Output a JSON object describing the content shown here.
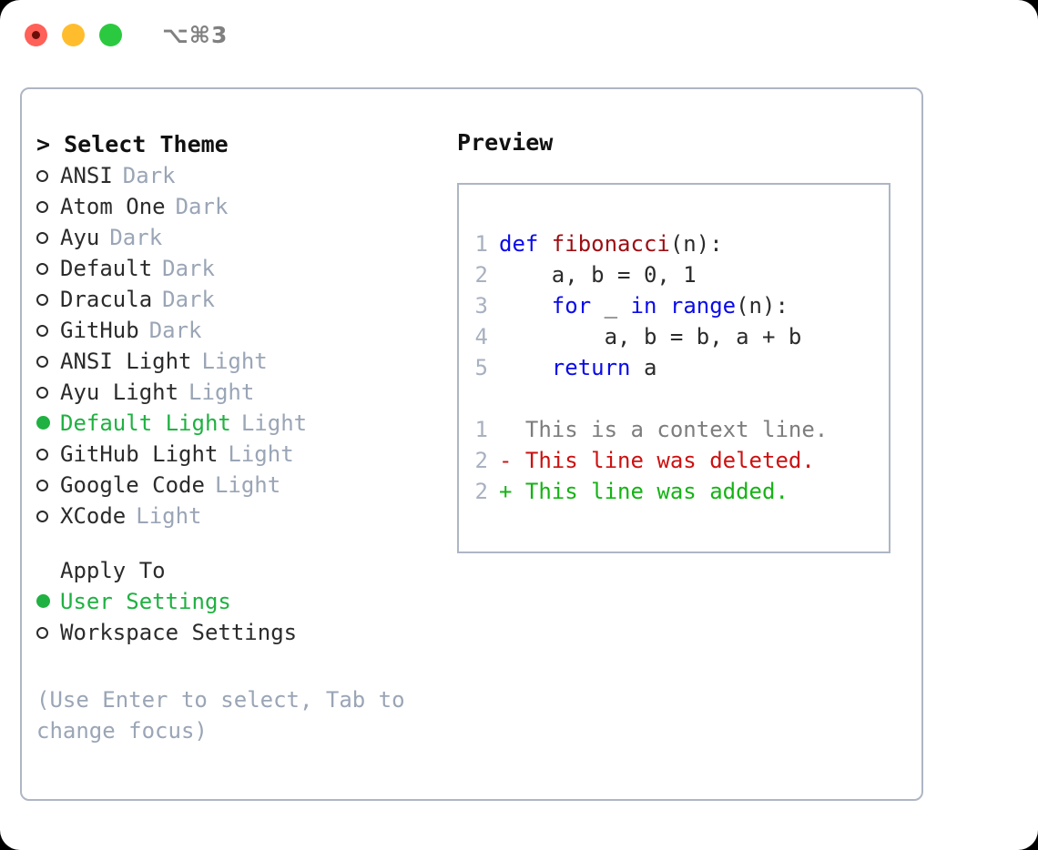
{
  "titlebar": {
    "shortcut": "⌥⌘3",
    "buttons": [
      {
        "name": "close",
        "color": "#ff6058"
      },
      {
        "name": "minimize",
        "color": "#ffbd2e"
      },
      {
        "name": "zoom",
        "color": "#2bc940"
      }
    ]
  },
  "theme_select": {
    "header": "> Select Theme",
    "items": [
      {
        "marker": "ring",
        "label": "ANSI",
        "badge": "Dark",
        "selected": false
      },
      {
        "marker": "ring",
        "label": "Atom One",
        "badge": "Dark",
        "selected": false
      },
      {
        "marker": "ring",
        "label": "Ayu",
        "badge": "Dark",
        "selected": false
      },
      {
        "marker": "ring",
        "label": "Default",
        "badge": "Dark",
        "selected": false
      },
      {
        "marker": "ring",
        "label": "Dracula",
        "badge": "Dark",
        "selected": false
      },
      {
        "marker": "ring",
        "label": "GitHub",
        "badge": "Dark",
        "selected": false
      },
      {
        "marker": "ring",
        "label": "ANSI Light",
        "badge": "Light",
        "selected": false
      },
      {
        "marker": "ring",
        "label": "Ayu Light",
        "badge": "Light",
        "selected": false
      },
      {
        "marker": "filled",
        "label": "Default Light",
        "badge": "Light",
        "selected": true
      },
      {
        "marker": "ring",
        "label": "GitHub Light",
        "badge": "Light",
        "selected": false
      },
      {
        "marker": "ring",
        "label": "Google Code",
        "badge": "Light",
        "selected": false
      },
      {
        "marker": "ring",
        "label": "XCode",
        "badge": "Light",
        "selected": false
      }
    ]
  },
  "apply_to": {
    "title": "Apply To",
    "options": [
      {
        "marker": "filled",
        "label": "User Settings",
        "selected": true
      },
      {
        "marker": "ring",
        "label": "Workspace Settings",
        "selected": false
      }
    ]
  },
  "hint": "(Use Enter to select, Tab to change focus)",
  "preview": {
    "title": "Preview",
    "code_lines": [
      {
        "no": "1",
        "tokens": [
          {
            "t": "def ",
            "c": "kw"
          },
          {
            "t": "fibonacci",
            "c": "fn"
          },
          {
            "t": "(n):",
            "c": "plain"
          }
        ]
      },
      {
        "no": "2",
        "tokens": [
          {
            "t": "    a, b = 0, 1",
            "c": "plain"
          }
        ]
      },
      {
        "no": "3",
        "tokens": [
          {
            "t": "    ",
            "c": "plain"
          },
          {
            "t": "for",
            "c": "kw"
          },
          {
            "t": " _ ",
            "c": "plain"
          },
          {
            "t": "in range",
            "c": "kw"
          },
          {
            "t": "(n):",
            "c": "plain"
          }
        ]
      },
      {
        "no": "4",
        "tokens": [
          {
            "t": "        a, b = b, a + b",
            "c": "plain"
          }
        ]
      },
      {
        "no": "5",
        "tokens": [
          {
            "t": "    ",
            "c": "plain"
          },
          {
            "t": "return",
            "c": "kw"
          },
          {
            "t": " a",
            "c": "plain"
          }
        ]
      }
    ],
    "diff_lines": [
      {
        "no": "1",
        "sign": " ",
        "text": " This is a context line.",
        "kind": "ctx"
      },
      {
        "no": "2",
        "sign": "-",
        "text": " This line was deleted.",
        "kind": "del"
      },
      {
        "no": "2",
        "sign": "+",
        "text": " This line was added.",
        "kind": "add"
      }
    ]
  },
  "colors": {
    "accent_green": "#1fb141",
    "badge_gray": "#9aa5b6",
    "border": "#aeb6c4",
    "keyword_blue": "#0a0ae8",
    "function_red": "#9c0d12",
    "diff_add": "#15b315",
    "diff_del": "#cc1111"
  }
}
